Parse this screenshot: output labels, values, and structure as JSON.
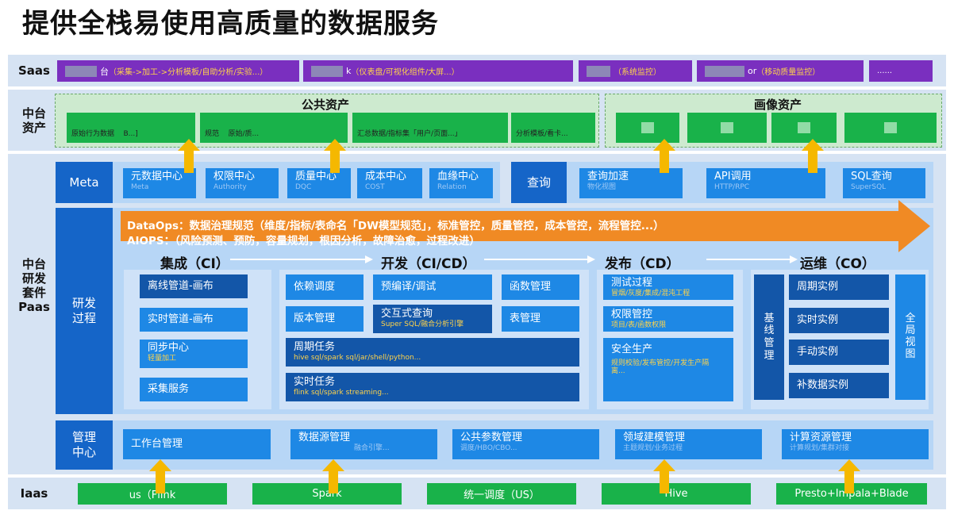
{
  "title": "提供全栈易使用高质量的数据服务",
  "rows": {
    "saas": "Saas",
    "zhongtai_zichan": "中台\n资产",
    "zhongtai_paas": "中台\n研发\n套件\nPaas",
    "iaas": "Iaas"
  },
  "saas_items": [
    {
      "prefix": "台",
      "text": "（采集->加工->分析模板/自助分析/实验...）"
    },
    {
      "prefix": "k",
      "text": "（仪表盘/可视化组件/大屏...）"
    },
    {
      "prefix": "",
      "text": "（系统监控）"
    },
    {
      "prefix": "or",
      "text": "（移动质量监控）"
    },
    {
      "prefix": "",
      "text": "......"
    }
  ],
  "public_assets": {
    "title": "公共资产",
    "items": [
      "原始行为数据",
      "B...]",
      "规范",
      "原始/质...",
      "汇总数据/指标集「用户/页面...」",
      "分析模板/看卡..."
    ]
  },
  "portrait_assets": {
    "title": "画像资产"
  },
  "meta": {
    "label": "Meta",
    "items": [
      {
        "name": "元数据中心",
        "sub": "Meta"
      },
      {
        "name": "权限中心",
        "sub": "Authority"
      },
      {
        "name": "质量中心",
        "sub": "DQC"
      },
      {
        "name": "成本中心",
        "sub": "COST"
      },
      {
        "name": "血缘中心",
        "sub": "Relation"
      }
    ]
  },
  "query": {
    "label": "查询",
    "items": [
      {
        "name": "查询加速",
        "sub": "物化视图"
      },
      {
        "name": "API调用",
        "sub": "HTTP/RPC"
      },
      {
        "name": "SQL查询",
        "sub": "SuperSQL"
      }
    ]
  },
  "dev_process": {
    "label": "研发\n过程",
    "dataops": "DataOps：数据治理规范（维度/指标/表命名「DW模型规范」，标准管控，质量管控，成本管控，流程管控...）",
    "aiops": "AIOPS：（风险预测、预防，容量规划，根因分析，故障治愈，过程改进）",
    "phases": [
      "集成（CI）",
      "开发（CI/CD）",
      "发布（CD）",
      "运维（CO）"
    ],
    "ci": [
      "离线管道-画布",
      "实时管道-画布",
      {
        "name": "同步中心",
        "sub": "轻量加工"
      },
      "采集服务"
    ],
    "dev": {
      "a": "依赖调度",
      "b": "预编译/调试",
      "c": "函数管理",
      "d": "版本管理",
      "e": {
        "name": "交互式查询",
        "sub": "Super SQL/融合分析引擎"
      },
      "f": "表管理",
      "g": {
        "name": "周期任务",
        "sub": "hive sql/spark sql/jar/shell/python..."
      },
      "h": {
        "name": "实时任务",
        "sub": "flink sql/spark streaming..."
      }
    },
    "cd": [
      {
        "name": "测试过程",
        "sub": "冒烟/灰度/集成/混沌工程"
      },
      {
        "name": "权限管控",
        "sub": "项目/表/函数权限"
      },
      {
        "name": "安全生产",
        "sub": "规则校验/发布管控/开发生产隔离..."
      }
    ],
    "co": {
      "baseline": "基\n线\n管\n理",
      "items": [
        "周期实例",
        "实时实例",
        "手动实例",
        "补数据实例"
      ],
      "global": "全\n局\n视\n图"
    }
  },
  "management": {
    "label": "管理\n中心",
    "items": [
      {
        "name": "工作台管理",
        "sub": ""
      },
      {
        "name": "数据源管理",
        "sub": "融合引擎..."
      },
      {
        "name": "公共参数管理",
        "sub": "调度/HBO/CBO..."
      },
      {
        "name": "领域建模管理",
        "sub": "主题规划/业务过程"
      },
      {
        "name": "计算资源管理",
        "sub": "计算规划/集群对接"
      }
    ]
  },
  "iaas_items": [
    "us（Flink",
    "Spark",
    "统一调度（US）",
    "Hive",
    "Presto+Impala+Blade"
  ],
  "colors": {
    "purple": "#7a2fbf",
    "green": "#19b24a",
    "blue": "#1e88e5",
    "navy": "#1356a8",
    "orange": "#f08a24",
    "arrow": "#f5b800"
  }
}
